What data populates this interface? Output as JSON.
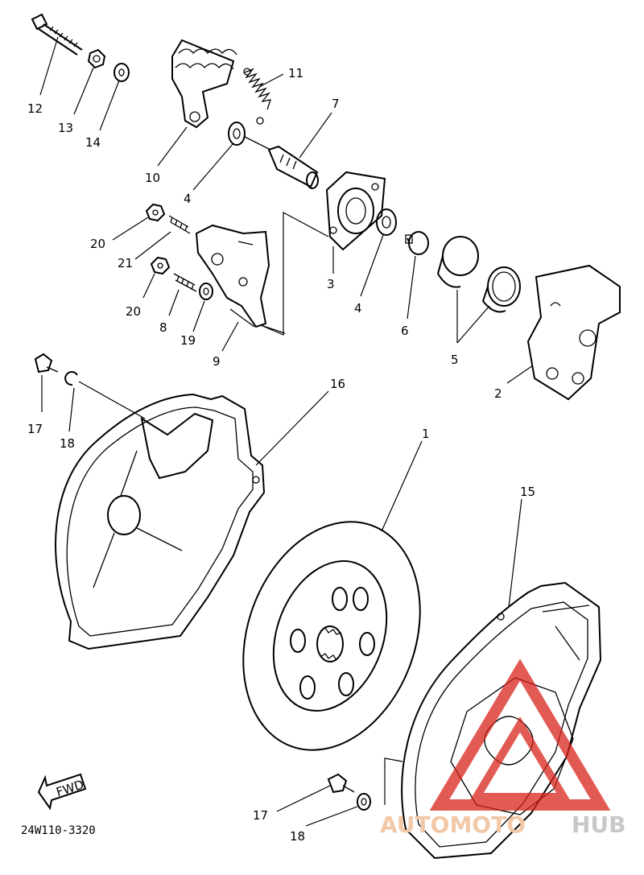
{
  "callouts": [
    {
      "id": "c12",
      "label": "12"
    },
    {
      "id": "c13",
      "label": "13"
    },
    {
      "id": "c14",
      "label": "14"
    },
    {
      "id": "c10",
      "label": "10"
    },
    {
      "id": "c11",
      "label": "11"
    },
    {
      "id": "c7",
      "label": "7"
    },
    {
      "id": "c4a",
      "label": "4"
    },
    {
      "id": "c4b",
      "label": "4"
    },
    {
      "id": "c3",
      "label": "3"
    },
    {
      "id": "c6",
      "label": "6"
    },
    {
      "id": "c5",
      "label": "5"
    },
    {
      "id": "c2",
      "label": "2"
    },
    {
      "id": "c20a",
      "label": "20"
    },
    {
      "id": "c21",
      "label": "21"
    },
    {
      "id": "c20b",
      "label": "20"
    },
    {
      "id": "c8",
      "label": "8"
    },
    {
      "id": "c19",
      "label": "19"
    },
    {
      "id": "c9",
      "label": "9"
    },
    {
      "id": "c17a",
      "label": "17"
    },
    {
      "id": "c18a",
      "label": "18"
    },
    {
      "id": "c16",
      "label": "16"
    },
    {
      "id": "c1",
      "label": "1"
    },
    {
      "id": "c15",
      "label": "15"
    },
    {
      "id": "c17b",
      "label": "17"
    },
    {
      "id": "c18b",
      "label": "18"
    }
  ],
  "fwd_label": "FWD",
  "diagram_code": "24W110-3320",
  "watermark": {
    "text_a": "AUTOMOTO",
    "text_b": "HUB",
    "color_a": "#f2c9a8",
    "color_b": "#c8c8c8",
    "triangle_color": "#d9231b"
  }
}
